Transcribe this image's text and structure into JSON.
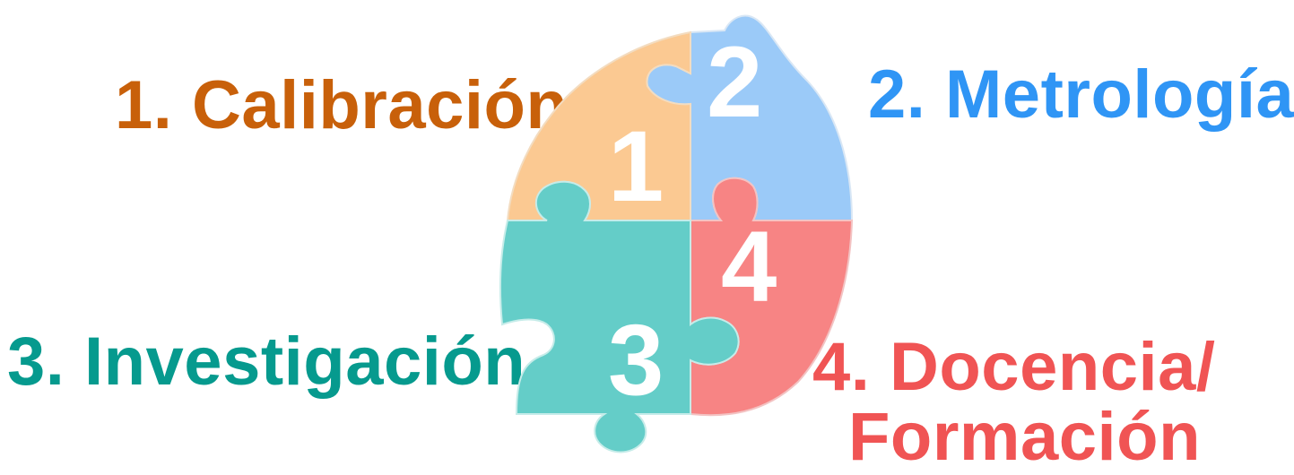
{
  "labels": {
    "item1": "1. Calibración",
    "item2": "2. Metrología",
    "item3": "3. Investigación",
    "item4_line1": "4. Docencia/",
    "item4_line2": "Formación"
  },
  "pieces": {
    "p1": "1",
    "p2": "2",
    "p3": "3",
    "p4": "4"
  },
  "colors": {
    "item1_text": "#c8600a",
    "item2_text": "#2f95f5",
    "item3_text": "#069a8e",
    "item4_text": "#f05454",
    "piece1_fill": "#fbc992",
    "piece2_fill": "#9bcaf8",
    "piece3_fill": "#64cdc8",
    "piece4_fill": "#f78484"
  }
}
